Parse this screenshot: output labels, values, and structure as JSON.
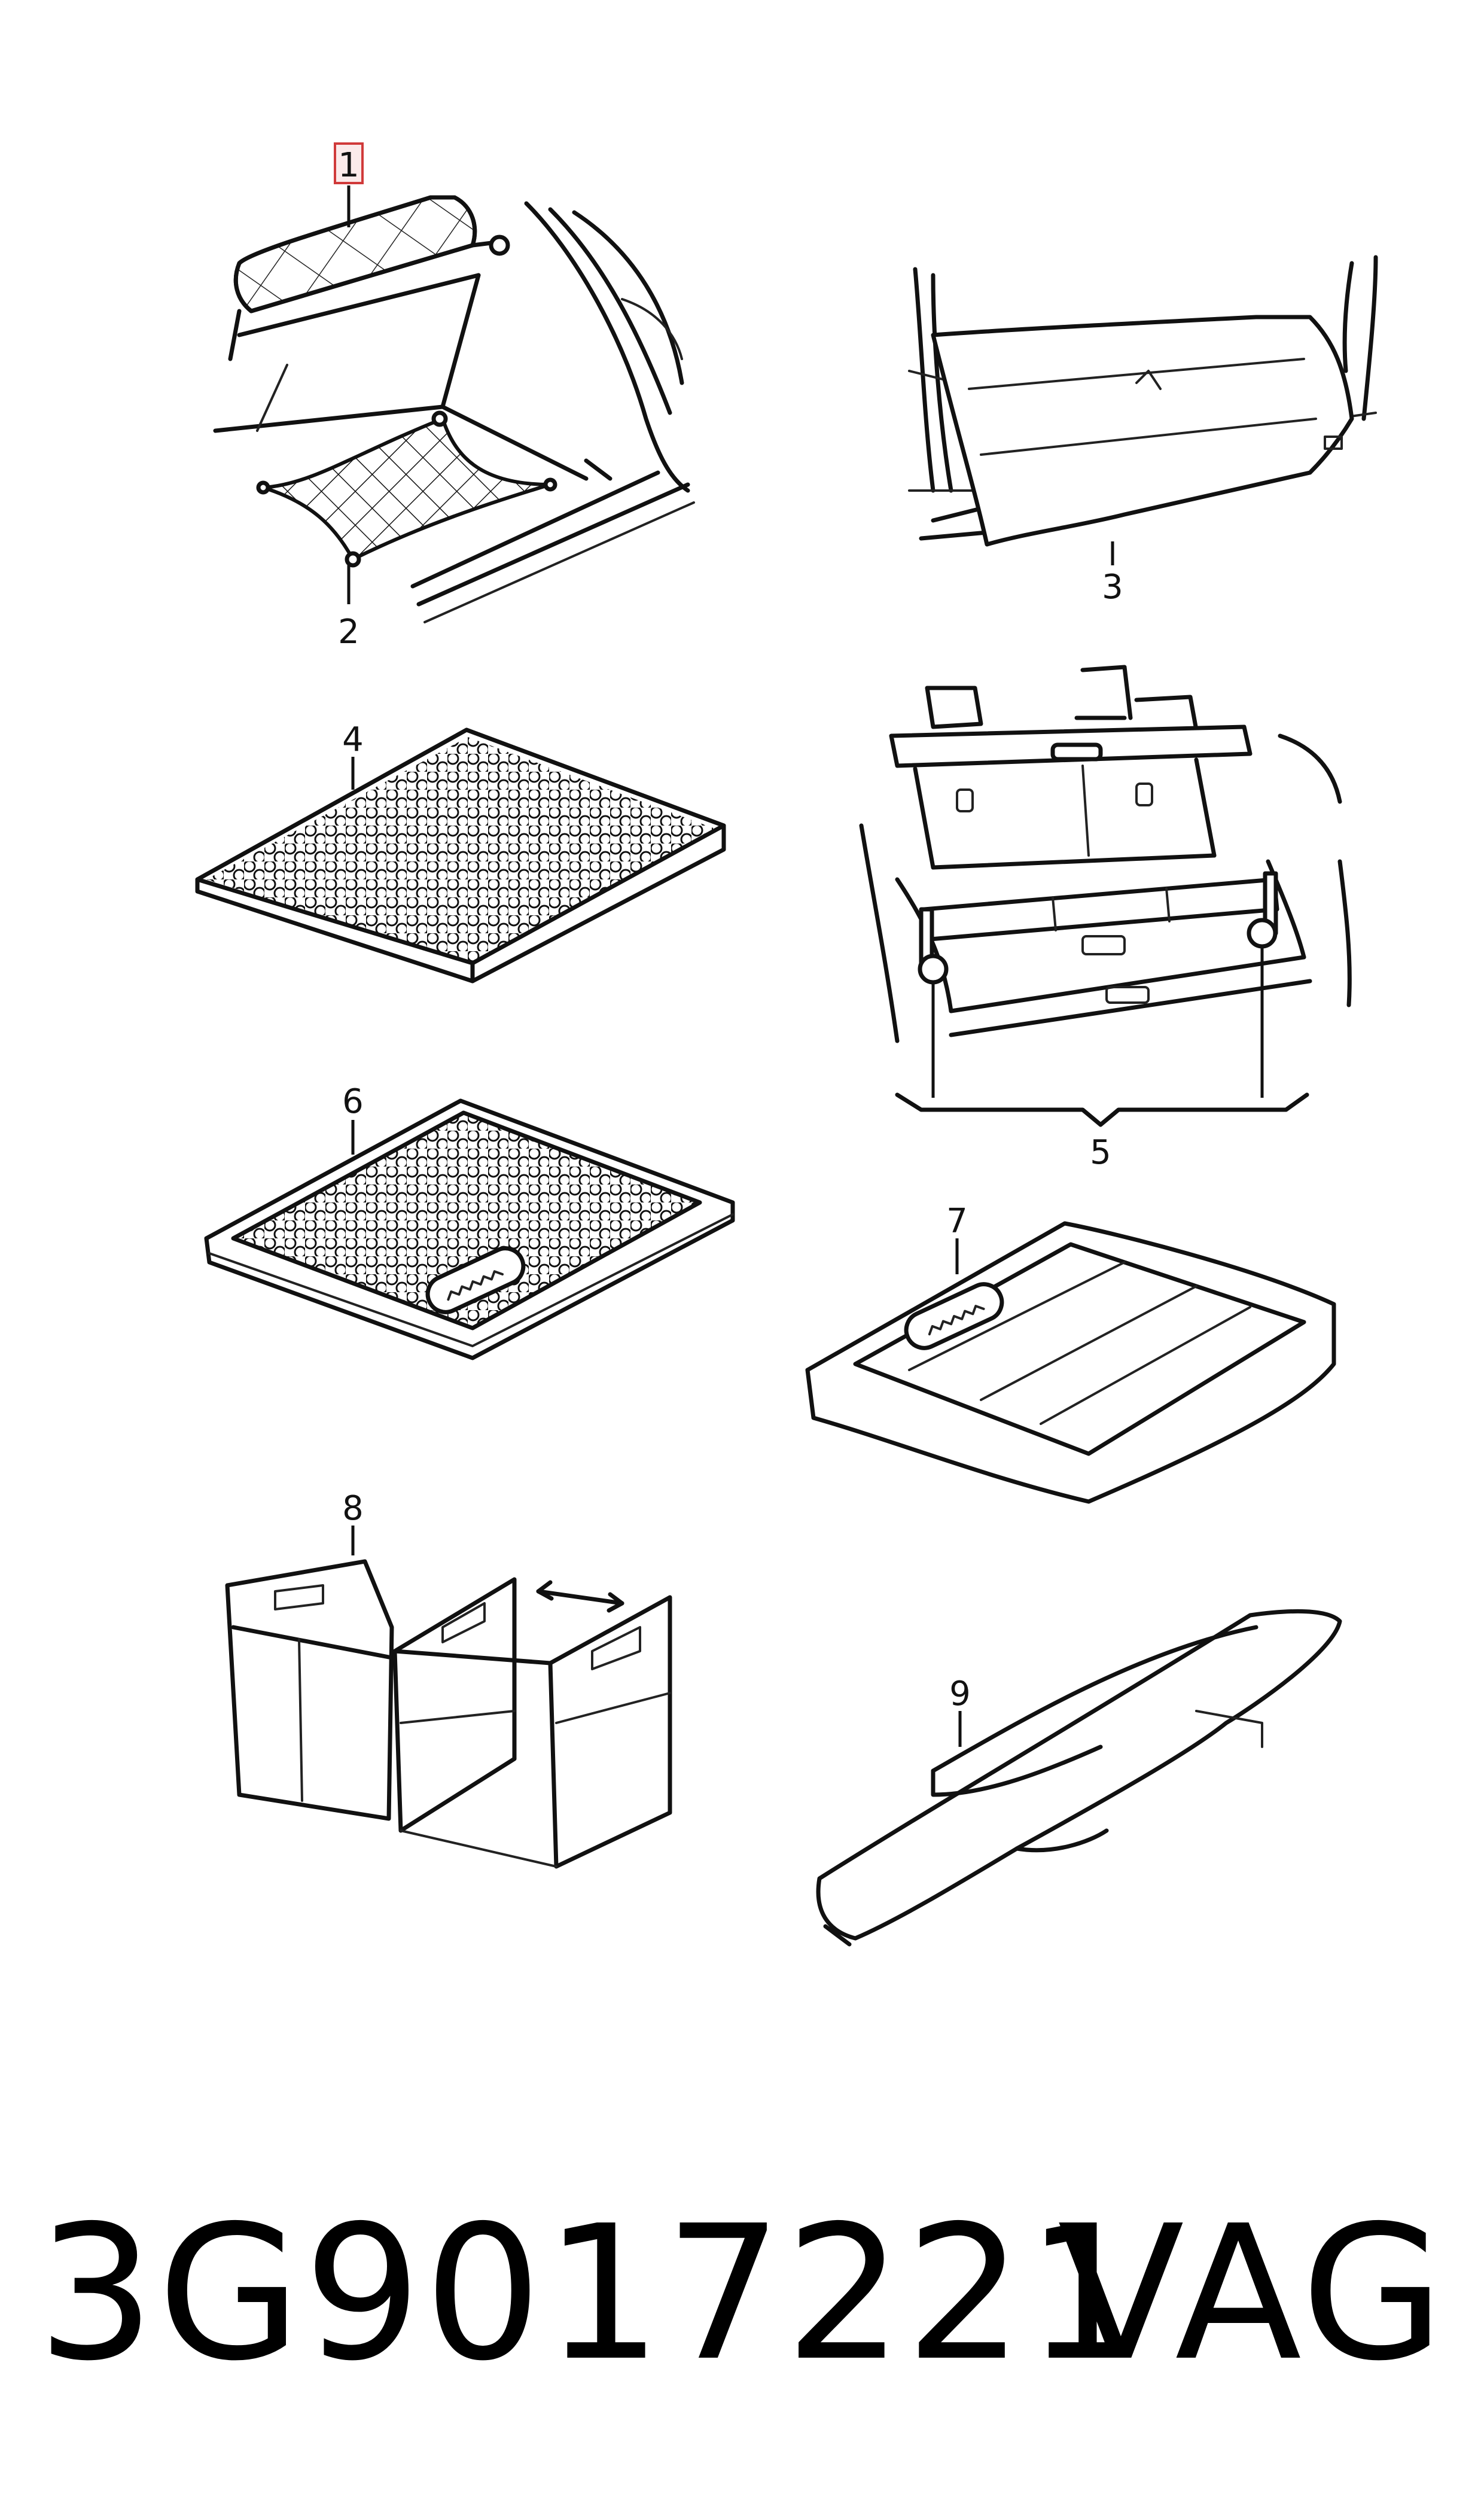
{
  "callouts": [
    {
      "id": "1",
      "label": "1",
      "highlighted": true
    },
    {
      "id": "2",
      "label": "2"
    },
    {
      "id": "3",
      "label": "3"
    },
    {
      "id": "4",
      "label": "4"
    },
    {
      "id": "5",
      "label": "5"
    },
    {
      "id": "6",
      "label": "6"
    },
    {
      "id": "7",
      "label": "7"
    },
    {
      "id": "8",
      "label": "8"
    },
    {
      "id": "9",
      "label": "9"
    }
  ],
  "caption": {
    "part_number": "3G9017221",
    "brand": "VAG"
  },
  "colors": {
    "line": "#111111",
    "highlight_border": "#d03a3a",
    "background": "#ffffff"
  }
}
